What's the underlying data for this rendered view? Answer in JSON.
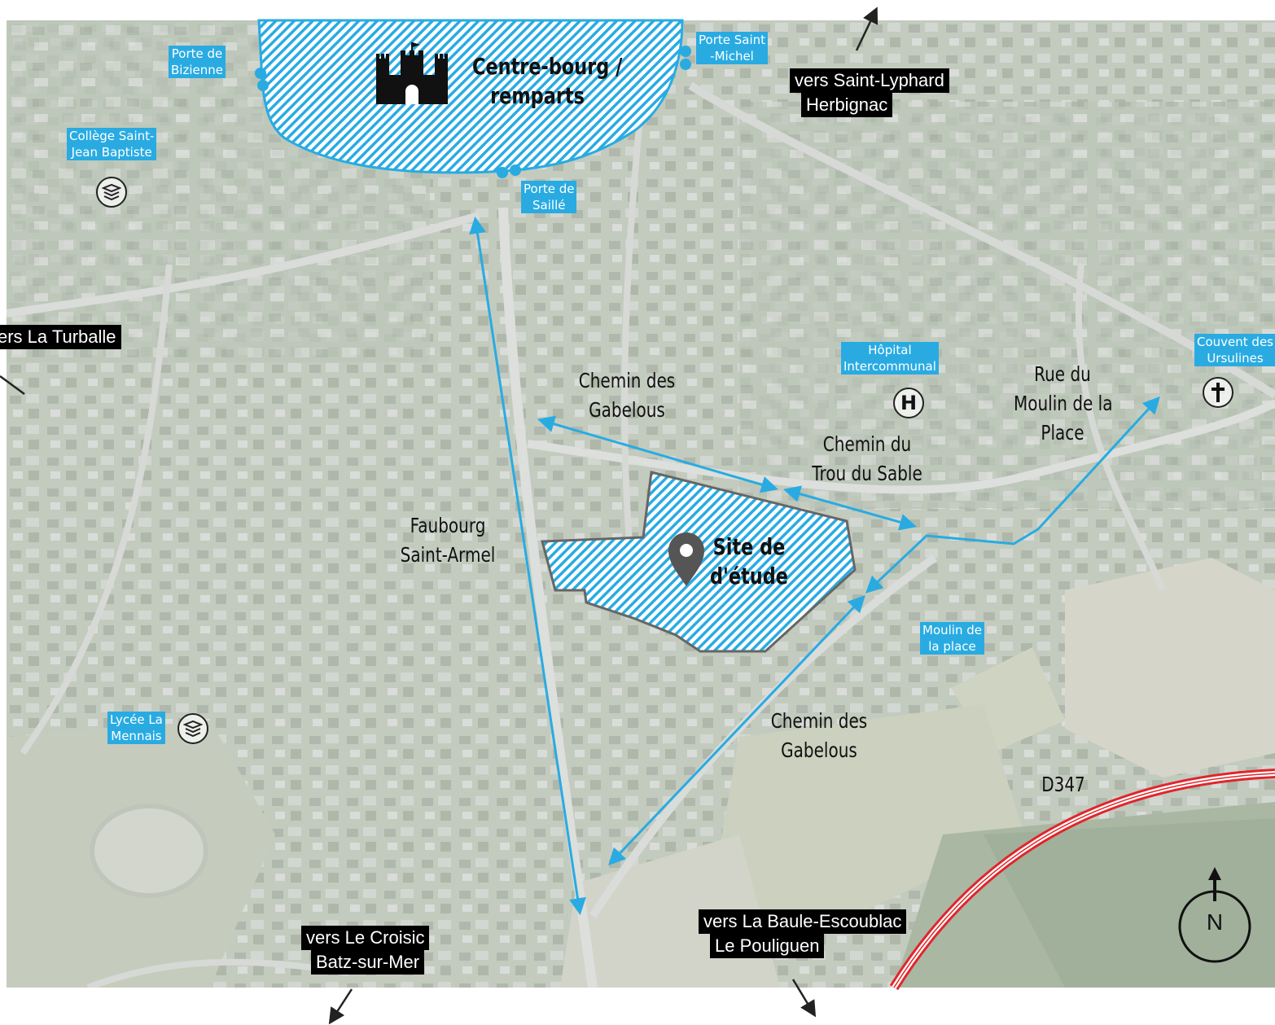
{
  "map": {
    "places": {
      "centre_bourg": "Centre-bourg /",
      "centre_bourg_2": "remparts",
      "site": "Site de",
      "site_2": "d'étude",
      "faubourg": "Faubourg",
      "faubourg_2": "Saint-Armel",
      "chemin_gabelous_top": "Chemin des",
      "chemin_gabelous_top_2": "Gabelous",
      "chemin_trou": "Chemin du",
      "chemin_trou_2": "Trou du Sable",
      "rue_moulin": "Rue du",
      "rue_moulin_2": "Moulin de la",
      "rue_moulin_3": "Place",
      "chemin_gabelous_bottom": "Chemin des",
      "chemin_gabelous_bottom_2": "Gabelous",
      "d347": "D347"
    },
    "poi": {
      "porte_bizienne": [
        "Porte de",
        "Bizienne"
      ],
      "porte_saint_michel": [
        "Porte Saint",
        "-Michel"
      ],
      "porte_saille": [
        "Porte de",
        "Saillé"
      ],
      "college": [
        "Collège Saint-",
        "Jean Baptiste"
      ],
      "hopital": [
        "Hôpital",
        "Intercommunal"
      ],
      "couvent": [
        "Couvent des",
        "Ursulines"
      ],
      "moulin": [
        "Moulin de",
        "la place"
      ],
      "lycee": [
        "Lycée La",
        "Mennais"
      ]
    },
    "directions": {
      "saint_lyphard": [
        "vers Saint-Lyphard",
        "Herbignac"
      ],
      "la_turballe": [
        "vers La Turballe"
      ],
      "le_croisic": [
        "vers Le Croisic",
        "Batz-sur-Mer"
      ],
      "la_baule": [
        "vers La Baule-Escoublac",
        "Le Pouliguen"
      ]
    },
    "compass": "N",
    "icons": {
      "castle": "castle-icon",
      "pin": "map-pin-icon",
      "school": "school-icon",
      "hospital": "H",
      "church": "cross-icon"
    },
    "colors": {
      "blue": "#29abe2",
      "route": "#e0262b",
      "outline": "#666666"
    }
  }
}
